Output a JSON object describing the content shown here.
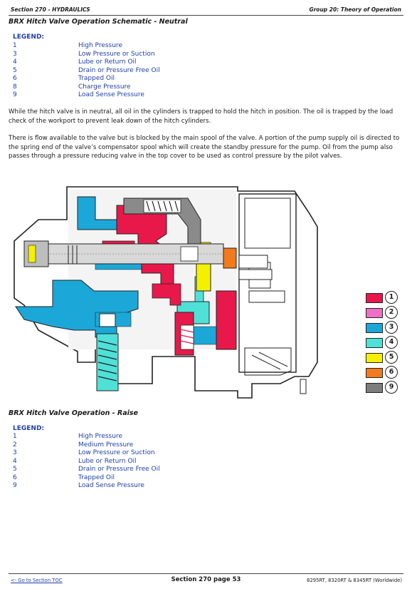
{
  "header": {
    "left": "Section 270 - HYDRAULICS",
    "right": "Group 20: Theory of Operation"
  },
  "section1": {
    "title": "BRX Hitch Valve Operation Schematic - Neutral",
    "legend_title": "LEGEND:",
    "legend": [
      {
        "num": "1",
        "label": "High Pressure"
      },
      {
        "num": "3",
        "label": "Low Pressure or Suction"
      },
      {
        "num": "4",
        "label": "Lube or Return Oil"
      },
      {
        "num": "5",
        "label": "Drain or Pressure Free Oil"
      },
      {
        "num": "6",
        "label": "Trapped Oil"
      },
      {
        "num": "8",
        "label": "Charge Pressure"
      },
      {
        "num": "9",
        "label": "Load Sense Pressure"
      }
    ],
    "para1": "While the hitch valve is in neutral, all oil in the cylinders is trapped to hold the hitch in position. The oil is trapped by the load check of the workport to prevent leak down of the hitch cylinders.",
    "para2": "There is flow available to the valve but is blocked by the main spool of the valve. A portion of the pump supply oil is directed to the spring end of the valve’s compensator spool which will create the standby pressure for the pump. Oil from the pump also passes through a pressure reducing valve in the top cover to be used as control pressure by the pilot valves."
  },
  "color_key": [
    {
      "num": "1",
      "color": "#e8184a"
    },
    {
      "num": "2",
      "color": "#ee6fc4"
    },
    {
      "num": "3",
      "color": "#1ba8d8"
    },
    {
      "num": "4",
      "color": "#4fe0d8"
    },
    {
      "num": "5",
      "color": "#f5f000"
    },
    {
      "num": "6",
      "color": "#f27a1c"
    },
    {
      "num": "9",
      "color": "#7d7d7d"
    }
  ],
  "section2": {
    "title": "BRX Hitch Valve Operation - Raise",
    "legend_title": "LEGEND:",
    "legend": [
      {
        "num": "1",
        "label": "High Pressure"
      },
      {
        "num": "2",
        "label": "Medium Pressure"
      },
      {
        "num": "3",
        "label": "Low Pressure or Suction"
      },
      {
        "num": "4",
        "label": "Lube or Return Oil"
      },
      {
        "num": "5",
        "label": "Drain or Pressure Free Oil"
      },
      {
        "num": "6",
        "label": "Trapped Oil"
      },
      {
        "num": "9",
        "label": "Load Sense Pressure"
      }
    ]
  },
  "footer": {
    "link": "<- Go to Section TOC",
    "center": "Section 270 page 53",
    "right": "8295RT, 8320RT & 8345RT (Worldwide)"
  }
}
